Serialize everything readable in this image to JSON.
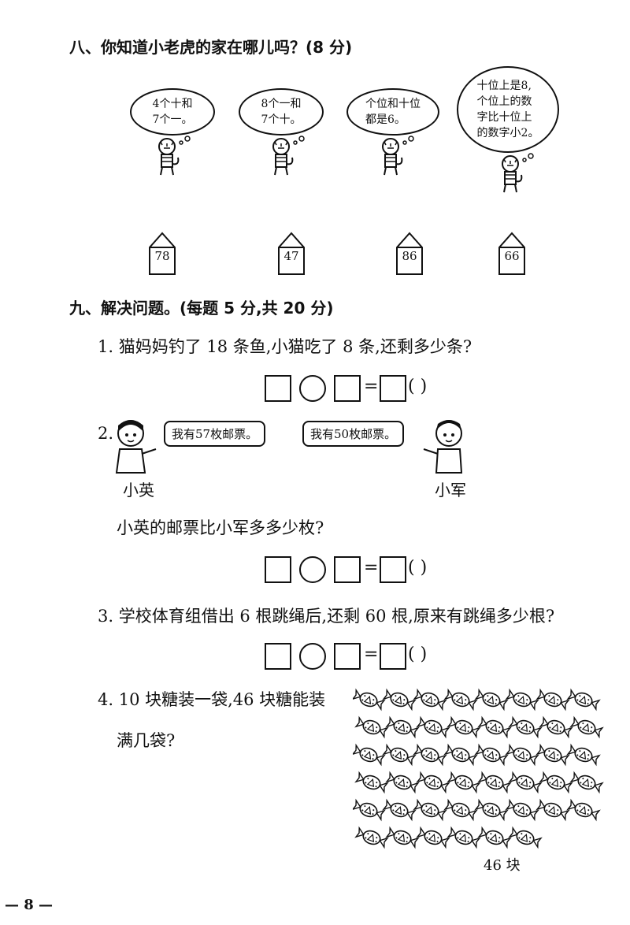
{
  "section8": {
    "title": "八、你知道小老虎的家在哪儿吗？(8 分)",
    "bubbles": [
      "4个十和\n7个一。",
      "8个一和\n7个十。",
      "个位和十位\n都是6。",
      "十位上是8,\n个位上的数\n字比十位上\n的数字小2。"
    ],
    "houses": [
      "78",
      "47",
      "86",
      "66"
    ]
  },
  "section9": {
    "title": "九、解决问题。(每题 5 分,共 20 分)",
    "q1": "1. 猫妈妈钓了 18 条鱼,小猫吃了 8 条,还剩多少条?",
    "q2_number": "2.",
    "q2_speech_left": "我有57枚邮票。",
    "q2_speech_right": "我有50枚邮票。",
    "q2_name_left": "小英",
    "q2_name_right": "小军",
    "q2_question": "小英的邮票比小军多多少枚?",
    "q3": "3. 学校体育组借出 6 根跳绳后,还剩 60 根,原来有跳绳多少根?",
    "q4_line1": "4. 10 块糖装一袋,46 块糖能装",
    "q4_line2": "满几袋?",
    "candy_count": 46,
    "candy_label": "46 块",
    "equals": "=",
    "paren": "(        )"
  },
  "page_number": "— 8 —"
}
